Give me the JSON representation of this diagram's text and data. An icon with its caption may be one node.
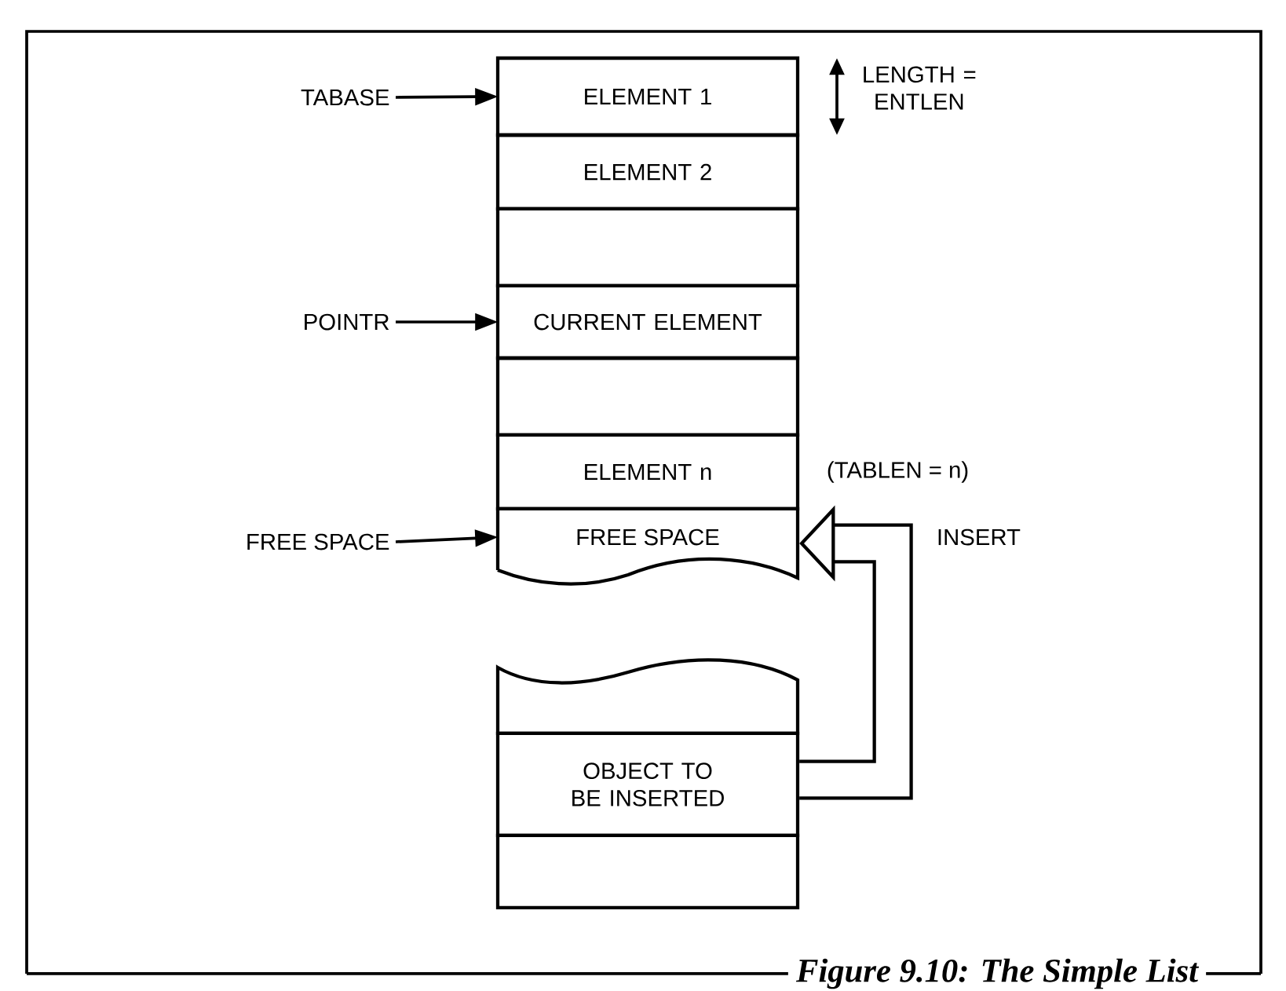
{
  "diagram": {
    "caption": "Figure 9.10: The Simple List",
    "nodes": [
      {
        "text": [
          "ELEMENT 1"
        ]
      },
      {
        "text": [
          "ELEMENT 2"
        ]
      },
      {
        "text": [],
        "shape": "box"
      },
      {
        "text": [
          "CURRENT ELEMENT"
        ]
      },
      {
        "text": [],
        "shape": "box"
      },
      {
        "text": [
          "ELEMENT n"
        ],
        "beside": [
          "(TABLEN = n)"
        ]
      },
      {
        "text": [
          "FREE SPACE"
        ]
      },
      {
        "text": [],
        "shape": "box"
      },
      {
        "text": [
          "OBJECT TO BE INSERTED"
        ]
      },
      {
        "text": [],
        "shape": "box"
      },
      {
        "text": [
          "TABASE"
        ]
      },
      {
        "text": [
          "POINTR"
        ]
      },
      {
        "text": [
          "FREE SPACE"
        ]
      }
    ],
    "edges": [
      {
        "from": 10,
        "to": 0,
        "arrow": "to"
      },
      {
        "from": 11,
        "to": 3,
        "arrow": "to"
      },
      {
        "from": 12,
        "to": 6,
        "arrow": "to"
      },
      {
        "from": 8,
        "to": 6,
        "arrow": "to",
        "label": "INSERT",
        "style": "thick"
      }
    ],
    "labels": [
      "LENGTH = ENTLEN"
    ]
  }
}
